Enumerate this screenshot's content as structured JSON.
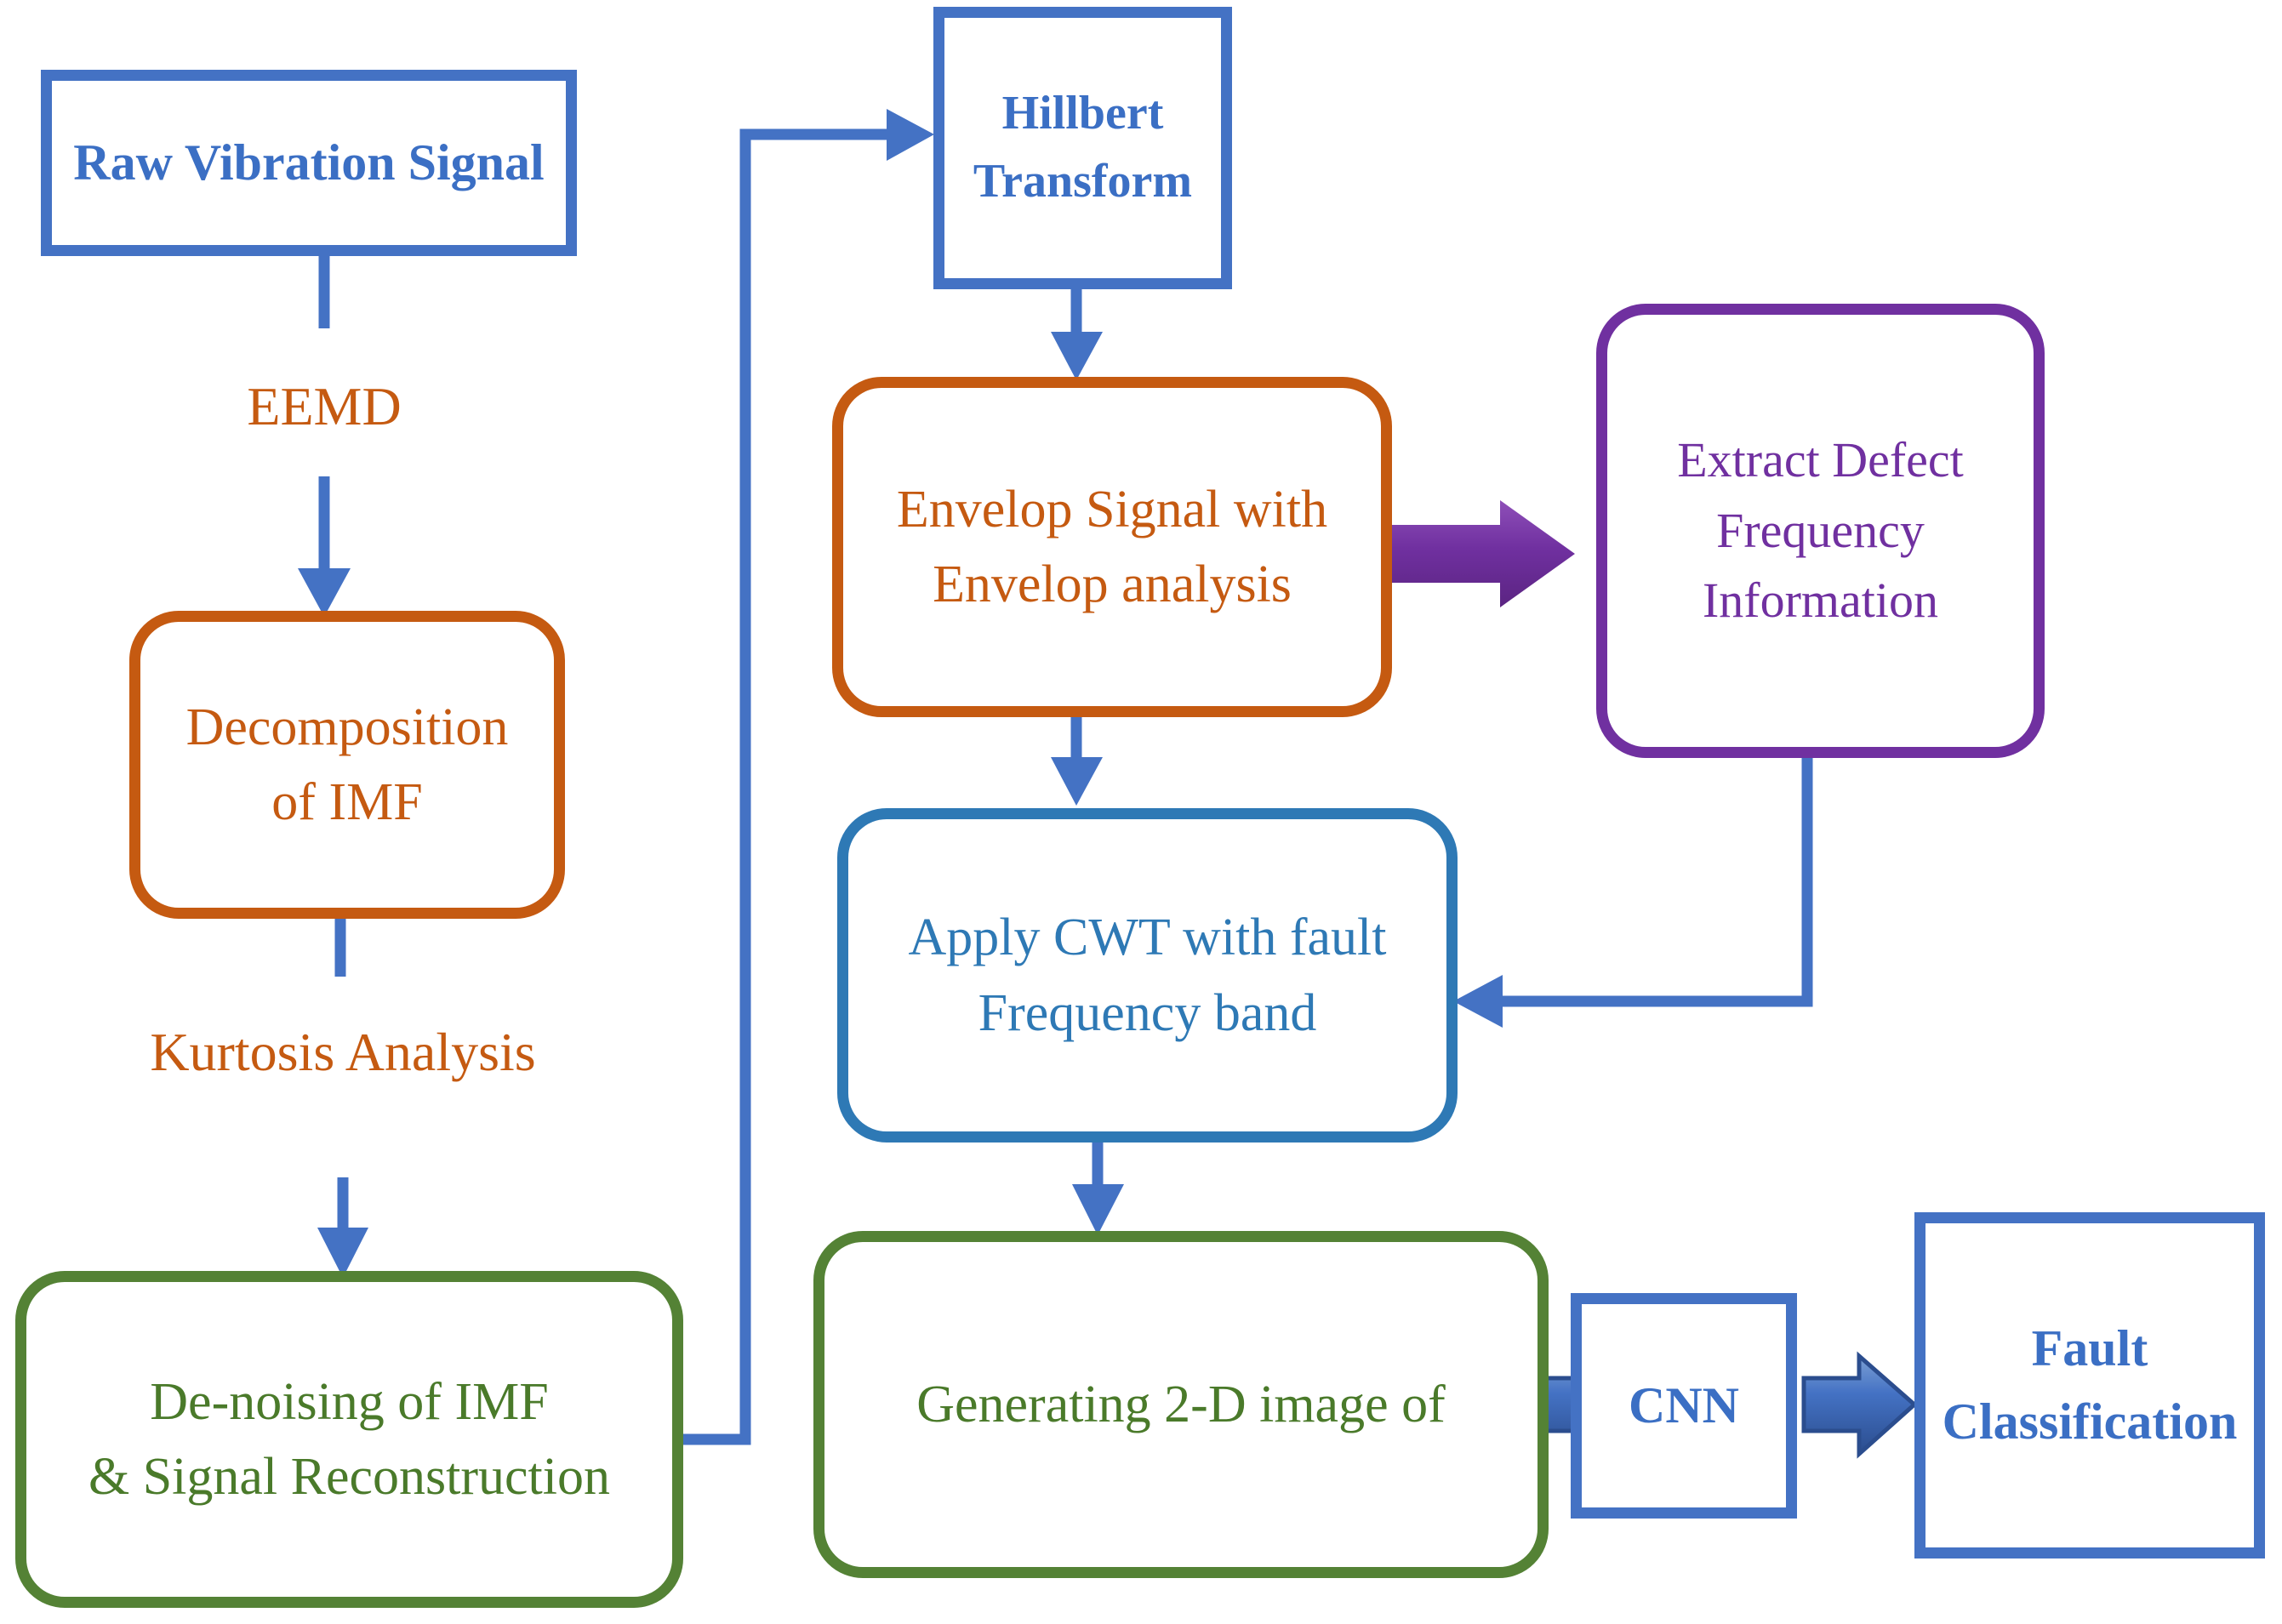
{
  "diagram": {
    "title": "Fault diagnosis signal-processing flowchart",
    "colors": {
      "blue_sharp": "#4472C4",
      "blue_round": "#2E79B5",
      "orange": "#C55A11",
      "green": "#548235",
      "purple": "#7030A0",
      "background": "#FFFFFF"
    },
    "nodes": [
      {
        "id": "raw_signal",
        "label": "Raw Vibration Signal"
      },
      {
        "id": "decomposition",
        "label": "Decomposition\nof IMF"
      },
      {
        "id": "denoising",
        "label": "De-noising of IMF\n& Signal Reconstruction"
      },
      {
        "id": "hilbert",
        "label": "Hillbert\nTransform"
      },
      {
        "id": "envelope",
        "label": "Envelop Signal with\nEnvelop analysis"
      },
      {
        "id": "extract_defect",
        "label": "Extract Defect\nFrequency\nInformation"
      },
      {
        "id": "apply_cwt",
        "label": "Apply CWT with fault\nFrequency band"
      },
      {
        "id": "generate_image",
        "label": "Generating 2-D image of"
      },
      {
        "id": "cnn",
        "label": "CNN"
      },
      {
        "id": "fault_class",
        "label": "Fault\nClassification"
      }
    ],
    "edge_labels": [
      {
        "id": "eemd",
        "label": "EEMD"
      },
      {
        "id": "kurtosis",
        "label": "Kurtosis Analysis"
      }
    ],
    "edges": [
      {
        "from": "raw_signal",
        "to": "decomposition",
        "label": "EEMD",
        "color": "#4472C4",
        "style": "thin-arrow"
      },
      {
        "from": "decomposition",
        "to": "denoising",
        "label": "Kurtosis Analysis",
        "color": "#4472C4",
        "style": "thin-arrow"
      },
      {
        "from": "denoising",
        "to": "hilbert",
        "label": "",
        "color": "#4472C4",
        "style": "elbow-arrow"
      },
      {
        "from": "hilbert",
        "to": "envelope",
        "label": "",
        "color": "#4472C4",
        "style": "thin-arrow"
      },
      {
        "from": "envelope",
        "to": "extract_defect",
        "label": "",
        "color": "#7030A0",
        "style": "block-arrow"
      },
      {
        "from": "envelope",
        "to": "apply_cwt",
        "label": "",
        "color": "#4472C4",
        "style": "thin-arrow"
      },
      {
        "from": "extract_defect",
        "to": "apply_cwt",
        "label": "",
        "color": "#4472C4",
        "style": "elbow-arrow"
      },
      {
        "from": "apply_cwt",
        "to": "generate_image",
        "label": "",
        "color": "#4472C4",
        "style": "thin-arrow"
      },
      {
        "from": "generate_image",
        "to": "cnn",
        "label": "",
        "color": "#4472C4",
        "style": "block-arrow"
      },
      {
        "from": "cnn",
        "to": "fault_class",
        "label": "",
        "color": "#4472C4",
        "style": "block-arrow"
      }
    ]
  }
}
